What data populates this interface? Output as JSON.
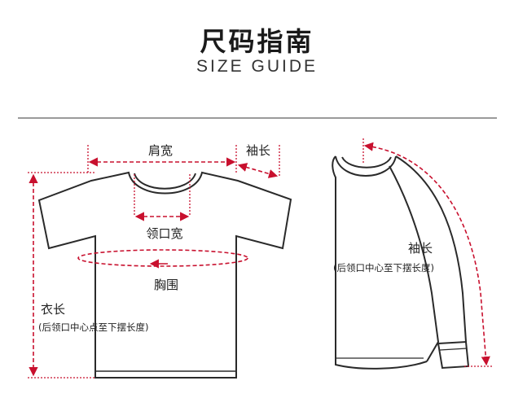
{
  "header": {
    "title": "尺码指南",
    "subtitle": "SIZE GUIDE"
  },
  "tshirt": {
    "shoulder_width": "肩宽",
    "sleeve_length": "袖长",
    "collar_width": "领口宽",
    "chest": "胸围",
    "body_length": "衣长",
    "body_length_note": "(后领口中心点至下摆长度)"
  },
  "sweater": {
    "sleeve_length": "袖长",
    "sleeve_length_note": "(后领口中心至下摆长度)"
  },
  "colors": {
    "accent": "#c8102e",
    "outline": "#2a2a2a"
  }
}
